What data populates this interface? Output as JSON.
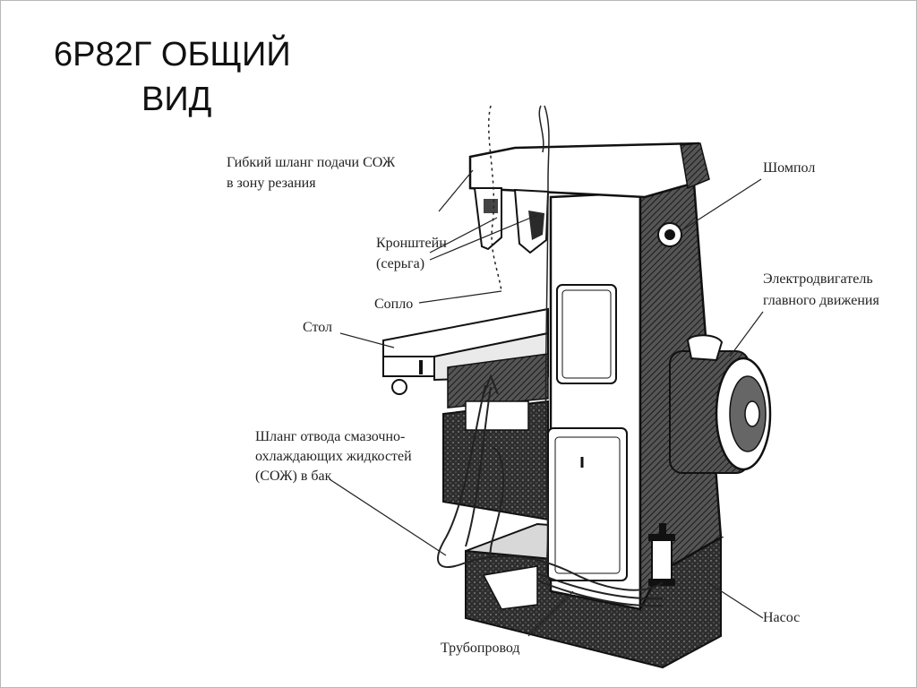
{
  "title": {
    "line1": "6Р82Г ОБЩИЙ",
    "line2": "ВИД"
  },
  "labels": {
    "hose_supply_line1": "Гибкий шланг подачи СОЖ",
    "hose_supply_line2": "в зону резания",
    "bracket_line1": "Кронштейн",
    "bracket_line2": "(серьга)",
    "nozzle": "Сопло",
    "table": "Стол",
    "drain_hose_line1": "Шланг отвода смазочно-",
    "drain_hose_line2": "охлаждающих жидкостей",
    "drain_hose_line3": "(СОЖ) в бак",
    "ramrod": "Шомпол",
    "motor_line1": "Электродвигатель",
    "motor_line2": "главного движения",
    "pump": "Насос",
    "pipeline": "Трубопровод"
  },
  "colors": {
    "ink": "#1a1a1a",
    "dark_fill": "#3a3a3a",
    "frame": "#b8b8b8"
  }
}
